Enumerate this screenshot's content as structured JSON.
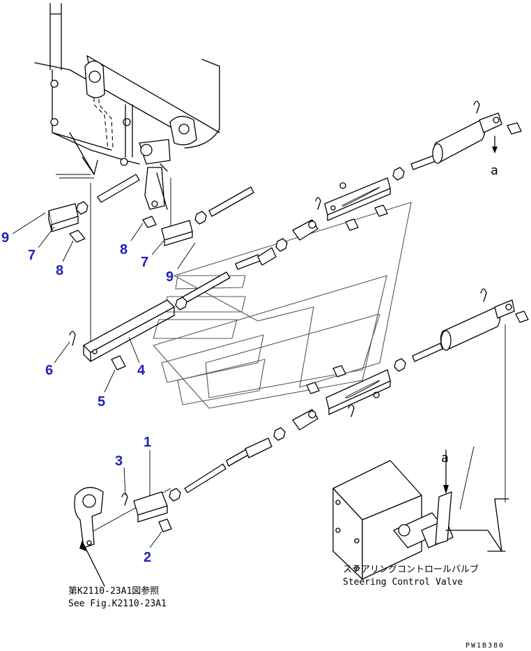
{
  "diagram": {
    "callouts": [
      "9",
      "7",
      "8",
      "8",
      "7",
      "9",
      "6",
      "5",
      "4",
      "1",
      "3",
      "2"
    ],
    "arrow_labels": [
      "a",
      "a"
    ],
    "notes": {
      "ref_jp": "第K2110-23A1図参照",
      "ref_en": "See Fig.K2110-23A1",
      "valve_jp": "ステアリングコントロールバルブ",
      "valve_en": "Steering Control Valve"
    },
    "figure_code": "PW1B380"
  }
}
